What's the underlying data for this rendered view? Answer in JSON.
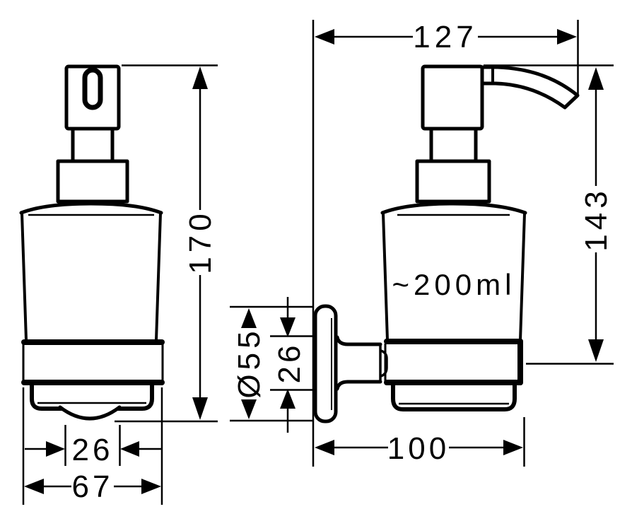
{
  "colors": {
    "line": "#000000",
    "background": "#ffffff"
  },
  "front_view": {
    "dim_height_total": "170",
    "dim_pump_head_width": "26",
    "dim_body_width": "67"
  },
  "side_view": {
    "capacity_label": "~200ml",
    "dim_depth_total": "127",
    "dim_height_to_holder": "143",
    "dim_depth_wall_to_front": "100",
    "dim_backplate_diameter": "Ø55",
    "dim_arm_diameter": "26"
  }
}
